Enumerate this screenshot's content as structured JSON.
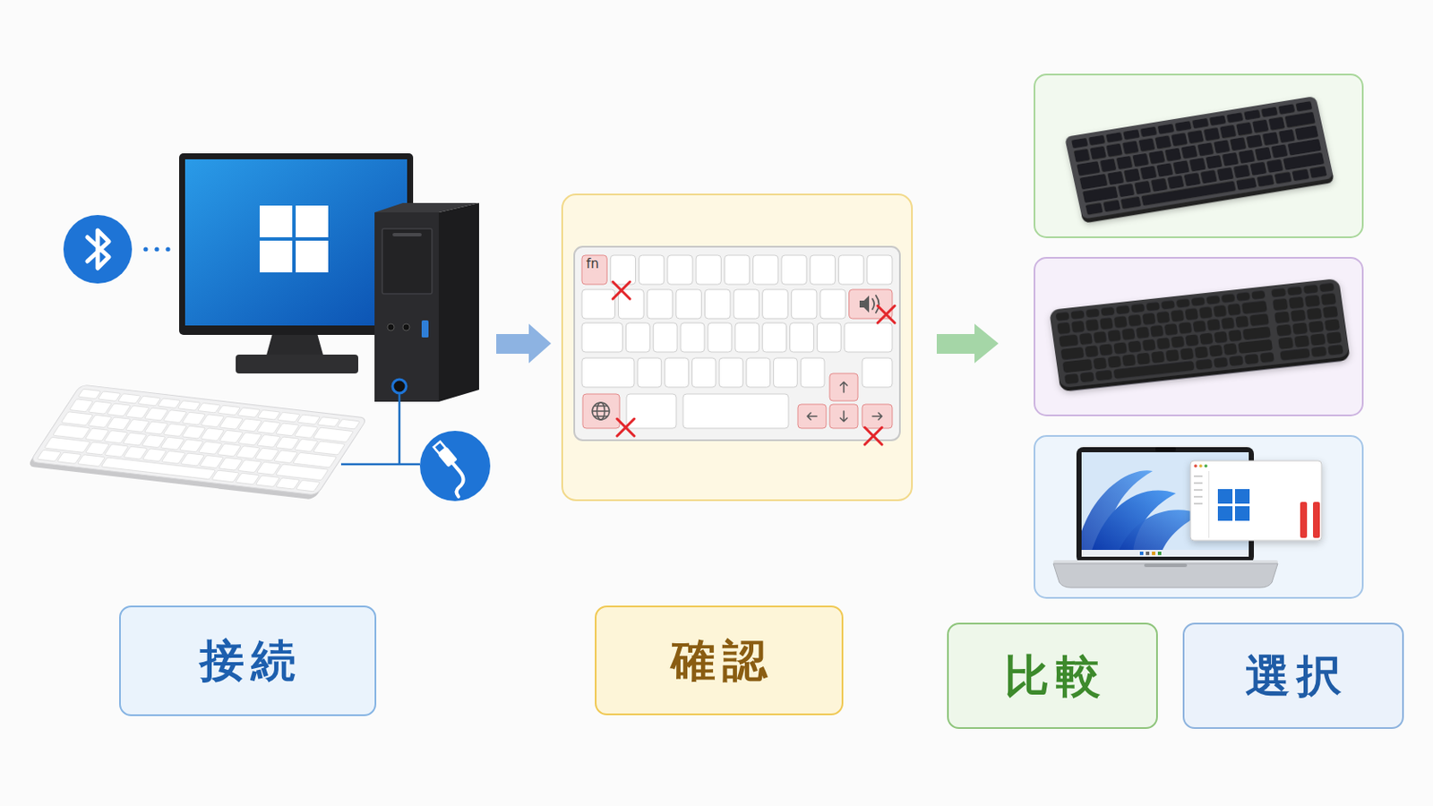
{
  "diagram": {
    "nodes": [
      {
        "text": [
          "接続"
        ]
      },
      {
        "text": [
          "確認"
        ]
      },
      {
        "text": [
          "比較"
        ]
      },
      {
        "text": [
          "選択"
        ]
      }
    ],
    "labels": [
      "fn"
    ]
  }
}
